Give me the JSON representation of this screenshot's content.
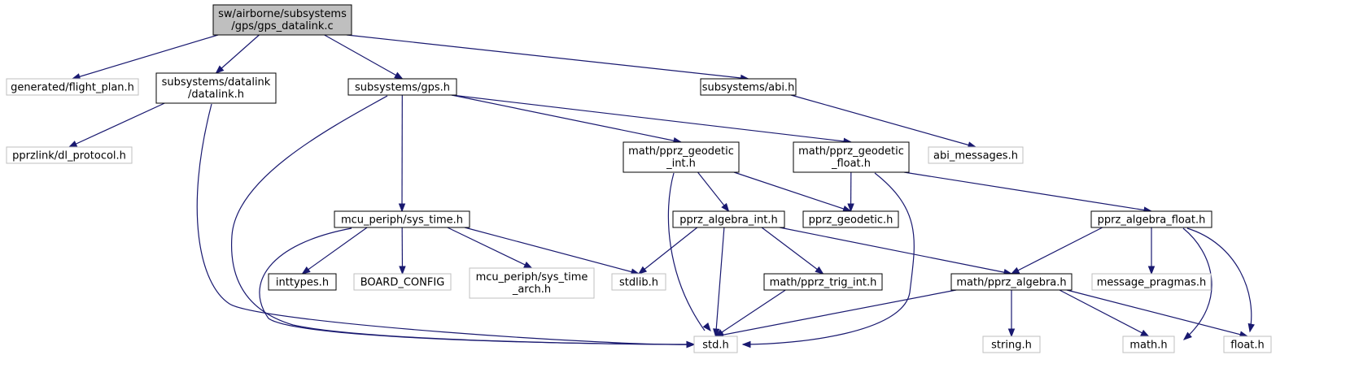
{
  "colors": {
    "root_fill": "#bfbfbf",
    "node_border": "#000000",
    "external_border": "#bfbfbf",
    "edge": "#191970"
  },
  "nodes": {
    "gps_datalink": [
      "sw/airborne/subsystems",
      "/gps/gps_datalink.c"
    ],
    "flight_plan": [
      "generated/flight_plan.h"
    ],
    "datalink": [
      "subsystems/datalink",
      "/datalink.h"
    ],
    "gps": [
      "subsystems/gps.h"
    ],
    "abi": [
      "subsystems/abi.h"
    ],
    "dl_protocol": [
      "pprzlink/dl_protocol.h"
    ],
    "geodetic_int": [
      "math/pprz_geodetic",
      "_int.h"
    ],
    "geodetic_float": [
      "math/pprz_geodetic",
      "_float.h"
    ],
    "abi_messages": [
      "abi_messages.h"
    ],
    "sys_time": [
      "mcu_periph/sys_time.h"
    ],
    "algebra_int": [
      "pprz_algebra_int.h"
    ],
    "pprz_geodetic": [
      "pprz_geodetic.h"
    ],
    "algebra_float": [
      "pprz_algebra_float.h"
    ],
    "inttypes": [
      "inttypes.h"
    ],
    "board_config": [
      "BOARD_CONFIG"
    ],
    "sys_time_arch": [
      "mcu_periph/sys_time",
      "_arch.h"
    ],
    "stdlib": [
      "stdlib.h"
    ],
    "trig_int": [
      "math/pprz_trig_int.h"
    ],
    "algebra": [
      "math/pprz_algebra.h"
    ],
    "message_pragmas": [
      "message_pragmas.h"
    ],
    "std": [
      "std.h"
    ],
    "string": [
      "string.h"
    ],
    "math": [
      "math.h"
    ],
    "float": [
      "float.h"
    ]
  },
  "edges": [
    [
      "gps_datalink",
      "flight_plan"
    ],
    [
      "gps_datalink",
      "datalink"
    ],
    [
      "gps_datalink",
      "gps"
    ],
    [
      "gps_datalink",
      "abi"
    ],
    [
      "datalink",
      "dl_protocol"
    ],
    [
      "datalink",
      "std"
    ],
    [
      "gps",
      "std"
    ],
    [
      "gps",
      "sys_time"
    ],
    [
      "gps",
      "geodetic_int"
    ],
    [
      "gps",
      "geodetic_float"
    ],
    [
      "abi",
      "abi_messages"
    ],
    [
      "geodetic_int",
      "std"
    ],
    [
      "geodetic_int",
      "algebra_int"
    ],
    [
      "geodetic_int",
      "pprz_geodetic"
    ],
    [
      "geodetic_float",
      "pprz_geodetic"
    ],
    [
      "geodetic_float",
      "algebra_float"
    ],
    [
      "geodetic_float",
      "std"
    ],
    [
      "sys_time",
      "std"
    ],
    [
      "sys_time",
      "inttypes"
    ],
    [
      "sys_time",
      "board_config"
    ],
    [
      "sys_time",
      "sys_time_arch"
    ],
    [
      "sys_time",
      "stdlib"
    ],
    [
      "algebra_int",
      "stdlib"
    ],
    [
      "algebra_int",
      "std"
    ],
    [
      "algebra_int",
      "trig_int"
    ],
    [
      "algebra_int",
      "algebra"
    ],
    [
      "algebra_float",
      "algebra"
    ],
    [
      "algebra_float",
      "message_pragmas"
    ],
    [
      "algebra_float",
      "math"
    ],
    [
      "algebra_float",
      "float"
    ],
    [
      "trig_int",
      "std"
    ],
    [
      "algebra",
      "std"
    ],
    [
      "algebra",
      "string"
    ],
    [
      "algebra",
      "math"
    ],
    [
      "algebra",
      "float"
    ]
  ]
}
